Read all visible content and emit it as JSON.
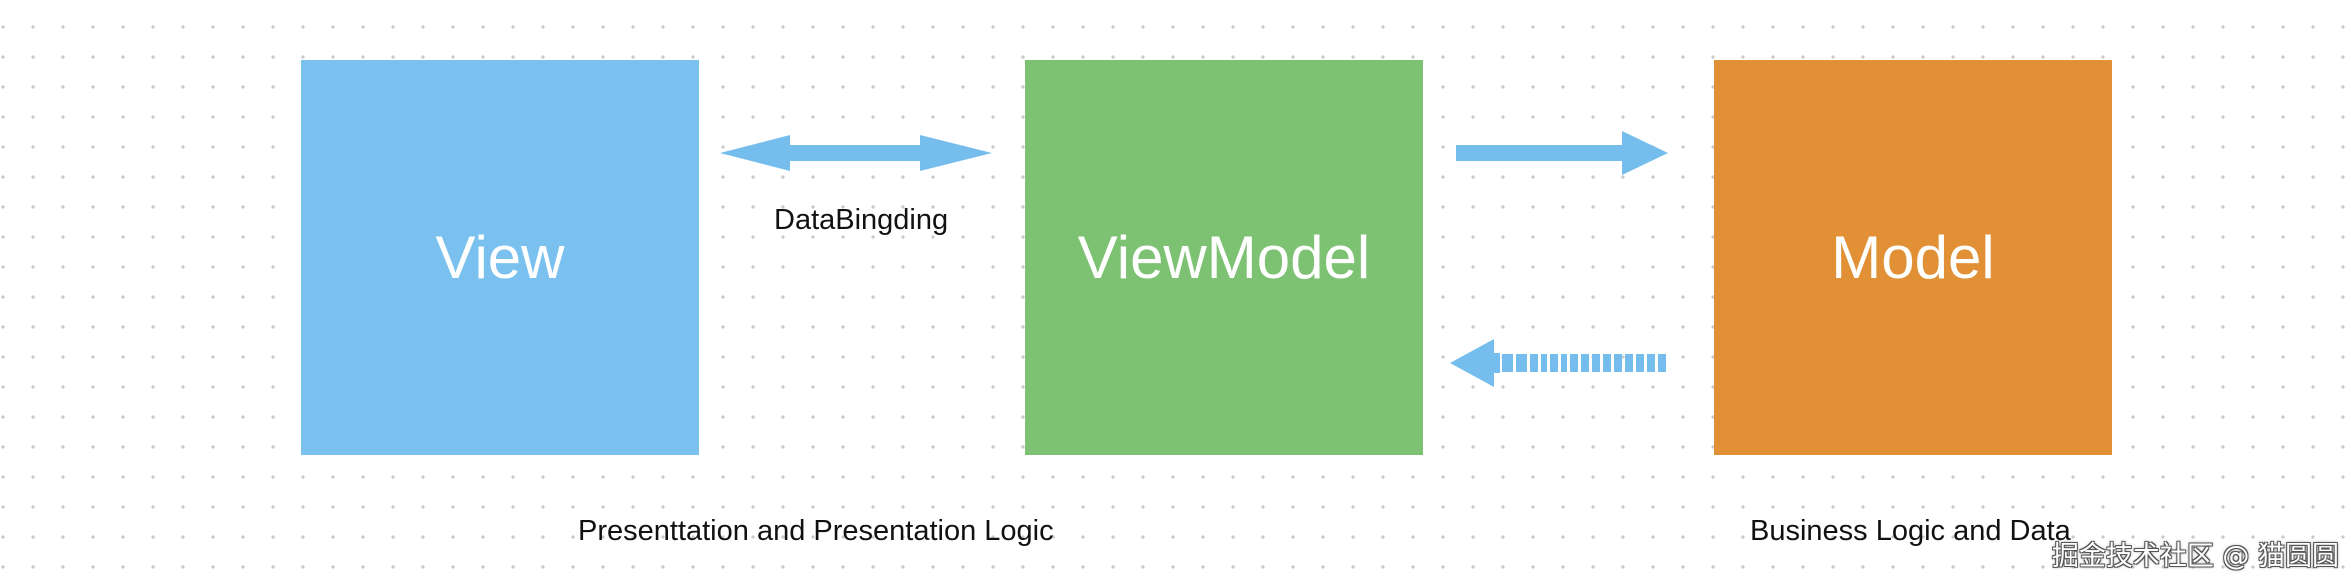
{
  "diagram": {
    "boxes": {
      "view": "View",
      "viewmodel": "ViewModel",
      "model": "Model"
    },
    "labels": {
      "binding": "DataBingding",
      "presentation": "Presenttation and Presentation Logic",
      "business": "Business Logic and Data"
    },
    "arrows": {
      "view_viewmodel": "bidirectional",
      "viewmodel_to_model": "solid",
      "model_to_viewmodel": "dashed"
    },
    "colors": {
      "view": "#7ac1ef",
      "viewmodel": "#7dc273",
      "model": "#e19036",
      "arrow": "#74bdec"
    }
  },
  "watermark": "掘金技术社区 @ 猫圆圆"
}
